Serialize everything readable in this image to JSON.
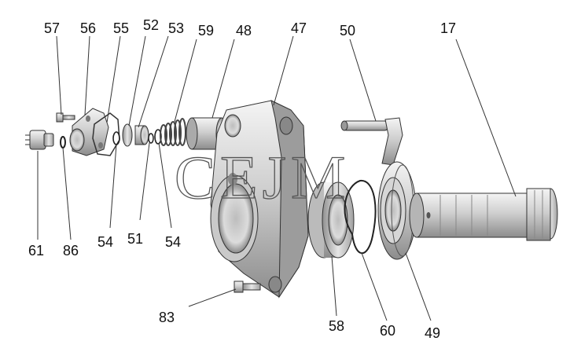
{
  "watermark": "CEJM",
  "callouts": [
    {
      "id": "57",
      "text": "57"
    },
    {
      "id": "56",
      "text": "56"
    },
    {
      "id": "55",
      "text": "55"
    },
    {
      "id": "52",
      "text": "52"
    },
    {
      "id": "53",
      "text": "53"
    },
    {
      "id": "59",
      "text": "59"
    },
    {
      "id": "48",
      "text": "48"
    },
    {
      "id": "47",
      "text": "47"
    },
    {
      "id": "50",
      "text": "50"
    },
    {
      "id": "17",
      "text": "17"
    },
    {
      "id": "61",
      "text": "61"
    },
    {
      "id": "86",
      "text": "86"
    },
    {
      "id": "54a",
      "text": "54"
    },
    {
      "id": "51",
      "text": "51"
    },
    {
      "id": "54b",
      "text": "54"
    },
    {
      "id": "83",
      "text": "83"
    },
    {
      "id": "58",
      "text": "58"
    },
    {
      "id": "60",
      "text": "60"
    },
    {
      "id": "49",
      "text": "49"
    }
  ]
}
